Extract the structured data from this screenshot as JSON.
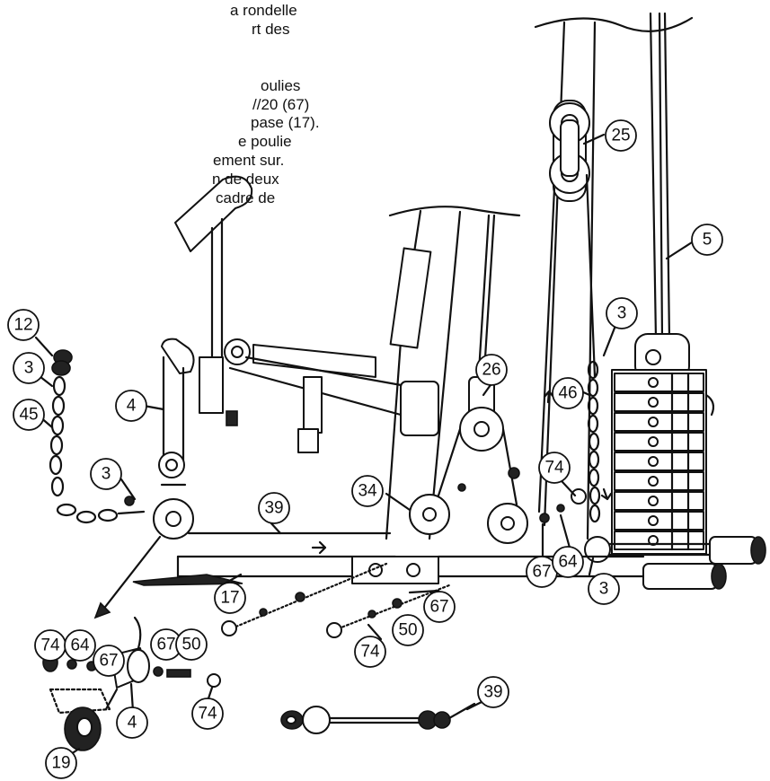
{
  "instructions": {
    "lines": [
      "a rondelle",
      "rt des",
      "",
      "oulies",
      "//20 (67)",
      "pase (17).",
      "e poulie",
      "ement sur.",
      "n de deux",
      "cadre de"
    ]
  },
  "callouts": [
    "25",
    "5",
    "3",
    "12",
    "3",
    "45",
    "4",
    "3",
    "46",
    "26",
    "74",
    "34",
    "39",
    "67",
    "64",
    "17",
    "67",
    "50",
    "74",
    "3",
    "74",
    "64",
    "67",
    "67",
    "50",
    "4",
    "74",
    "39",
    "19"
  ]
}
